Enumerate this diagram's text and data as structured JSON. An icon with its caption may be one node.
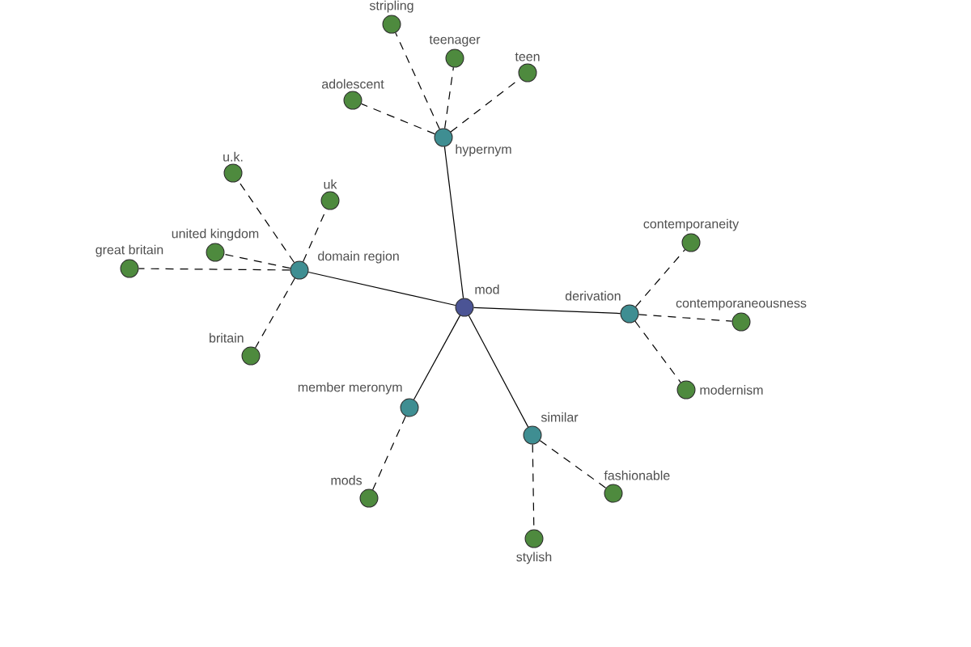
{
  "diagram": {
    "nodes": [
      {
        "text": [
          "mod"
        ]
      },
      {
        "text": [
          "hypernym"
        ]
      },
      {
        "text": [
          "stripling"
        ]
      },
      {
        "text": [
          "teenager"
        ]
      },
      {
        "text": [
          "teen"
        ]
      },
      {
        "text": [
          "adolescent"
        ]
      },
      {
        "text": [
          "domain region"
        ]
      },
      {
        "text": [
          "u.k."
        ]
      },
      {
        "text": [
          "uk"
        ]
      },
      {
        "text": [
          "united kingdom"
        ]
      },
      {
        "text": [
          "great britain"
        ]
      },
      {
        "text": [
          "britain"
        ]
      },
      {
        "text": [
          "derivation"
        ]
      },
      {
        "text": [
          "contemporaneity"
        ]
      },
      {
        "text": [
          "contemporaneousness"
        ]
      },
      {
        "text": [
          "modernism"
        ]
      },
      {
        "text": [
          "member meronym"
        ]
      },
      {
        "text": [
          "mods"
        ]
      },
      {
        "text": [
          "similar"
        ]
      },
      {
        "text": [
          "stylish"
        ]
      },
      {
        "text": [
          "fashionable"
        ]
      }
    ],
    "edges": [
      {
        "from": 0,
        "to": 1,
        "arrow": "none"
      },
      {
        "from": 0,
        "to": 6,
        "arrow": "none"
      },
      {
        "from": 0,
        "to": 12,
        "arrow": "none"
      },
      {
        "from": 0,
        "to": 16,
        "arrow": "none"
      },
      {
        "from": 0,
        "to": 18,
        "arrow": "none"
      },
      {
        "from": 1,
        "to": 2,
        "arrow": "none",
        "style": "dashed"
      },
      {
        "from": 1,
        "to": 3,
        "arrow": "none",
        "style": "dashed"
      },
      {
        "from": 1,
        "to": 4,
        "arrow": "none",
        "style": "dashed"
      },
      {
        "from": 1,
        "to": 5,
        "arrow": "none",
        "style": "dashed"
      },
      {
        "from": 6,
        "to": 7,
        "arrow": "none",
        "style": "dashed"
      },
      {
        "from": 6,
        "to": 8,
        "arrow": "none",
        "style": "dashed"
      },
      {
        "from": 6,
        "to": 9,
        "arrow": "none",
        "style": "dashed"
      },
      {
        "from": 6,
        "to": 10,
        "arrow": "none",
        "style": "dashed"
      },
      {
        "from": 6,
        "to": 11,
        "arrow": "none",
        "style": "dashed"
      },
      {
        "from": 12,
        "to": 13,
        "arrow": "none",
        "style": "dashed"
      },
      {
        "from": 12,
        "to": 14,
        "arrow": "none",
        "style": "dashed"
      },
      {
        "from": 12,
        "to": 15,
        "arrow": "none",
        "style": "dashed"
      },
      {
        "from": 16,
        "to": 17,
        "arrow": "none",
        "style": "dashed"
      },
      {
        "from": 18,
        "to": 19,
        "arrow": "none",
        "style": "dashed"
      },
      {
        "from": 18,
        "to": 20,
        "arrow": "none",
        "style": "dashed"
      }
    ]
  }
}
